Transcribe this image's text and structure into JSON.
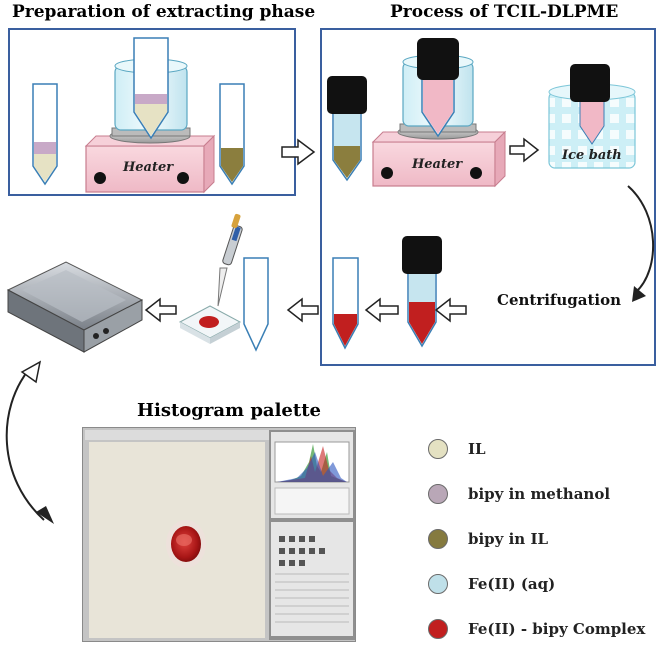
{
  "titles": {
    "left": "Preparation of extracting phase",
    "right": "Process of TCIL-DLPME",
    "histogram": "Histogram palette"
  },
  "labels": {
    "heater_left": "Heater",
    "heater_right": "Heater",
    "ice_bath": "Ice bath",
    "centrifugation": "Centrifugation"
  },
  "legend": [
    {
      "label": "IL",
      "color": "#e4e1c2"
    },
    {
      "label": "bipy in methanol",
      "color": "#b9a7b7"
    },
    {
      "label": "bipy in IL",
      "color": "#857a3f"
    },
    {
      "label": "Fe(II) (aq)",
      "color": "#bfe0e9"
    },
    {
      "label": "Fe(II) - bipy Complex",
      "color": "#c11f1f"
    }
  ],
  "colors": {
    "panel_border": "#3a5f9f",
    "heater_fill": "#f3c9d2",
    "red": "#c11f1f"
  }
}
